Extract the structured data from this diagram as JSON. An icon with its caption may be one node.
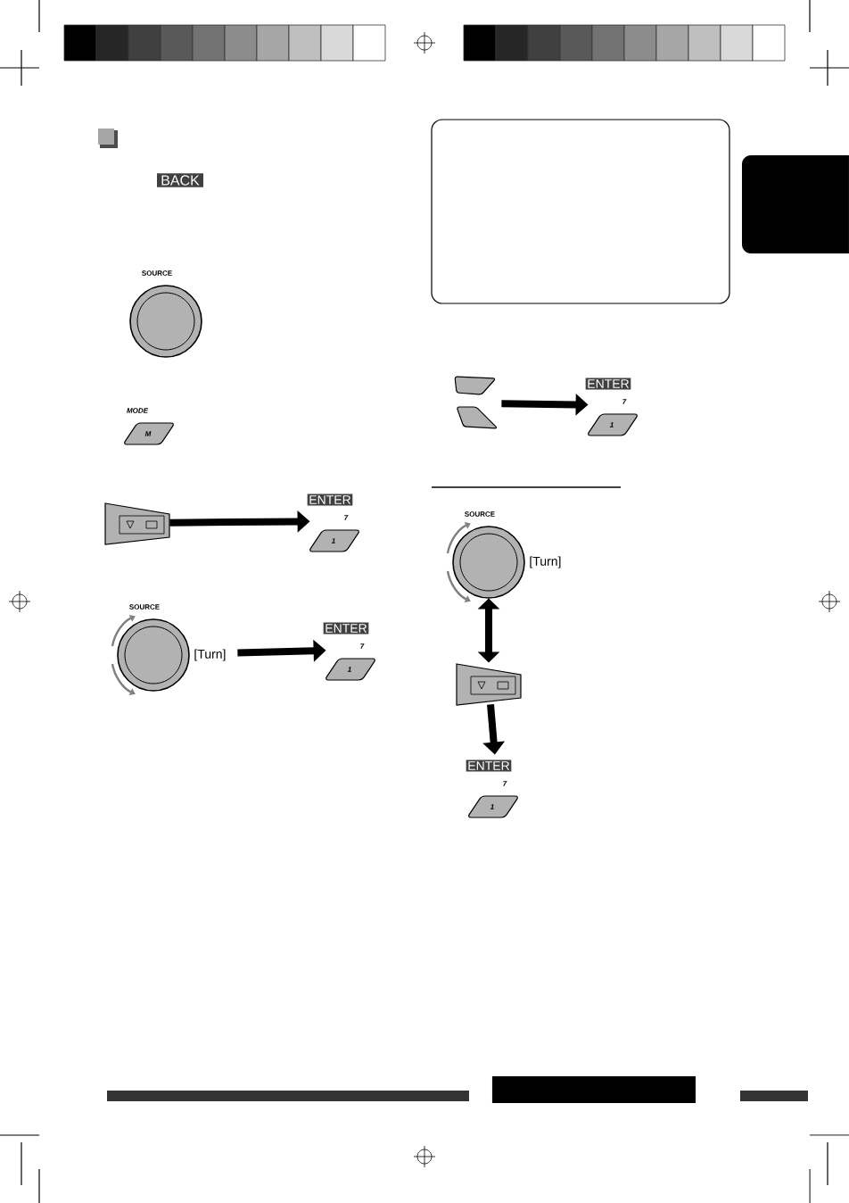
{
  "diagram": {
    "nodes": [
      {
        "text": [
          "BACK"
        ]
      },
      {
        "text": [
          "SOURCE"
        ]
      },
      {
        "text": [
          "MODE",
          "M"
        ]
      },
      {
        "text": [],
        "shape": "picture"
      },
      {
        "text": [
          "ENTER",
          "7",
          "1"
        ]
      },
      {
        "text": [
          "SOURCE"
        ],
        "beside": [
          "[Turn]"
        ]
      },
      {
        "text": [
          "ENTER",
          "7",
          "1"
        ]
      },
      {
        "text": [],
        "shape": "picture"
      },
      {
        "text": [
          "ENTER",
          "7",
          "1"
        ]
      },
      {
        "text": [
          "SOURCE"
        ],
        "beside": [
          "[Turn]"
        ]
      },
      {
        "text": [],
        "shape": "picture"
      },
      {
        "text": [
          "ENTER",
          "7",
          "1"
        ]
      }
    ],
    "edges": [
      {
        "from": 3,
        "to": 4,
        "arrow": "to"
      },
      {
        "from": 5,
        "to": 6,
        "arrow": "to"
      },
      {
        "from": 7,
        "to": 8,
        "arrow": "to"
      },
      {
        "from": 9,
        "to": 10,
        "arrow": "both"
      },
      {
        "from": 10,
        "to": 11,
        "arrow": "to"
      }
    ]
  }
}
